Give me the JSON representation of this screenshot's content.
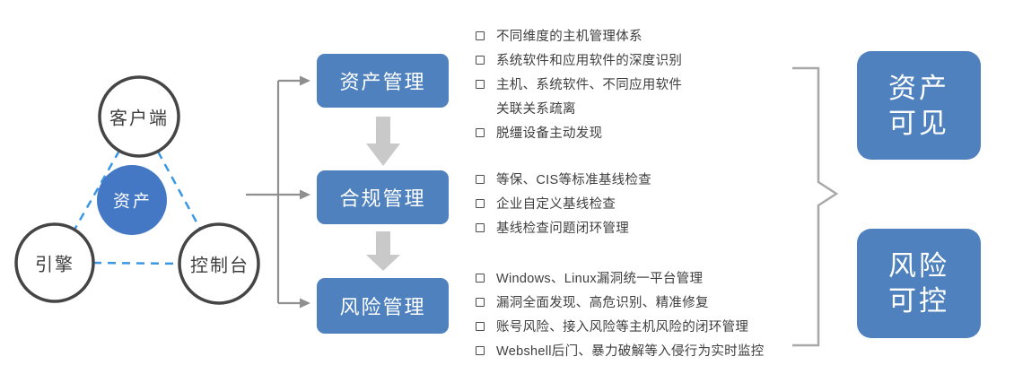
{
  "palette": {
    "box_blue": "#4e81bd",
    "circle_blue": "#4478c4",
    "dash_blue": "#3b97e3",
    "node_outline": "#454545",
    "thin_arrow": "#8f8f8f",
    "thick_arrow": "#c9c9c9",
    "brace_gray": "#a8a8a8",
    "list_text": "#3e3e3e"
  },
  "triangle": {
    "top_circle": "客户端",
    "center_circle": "资产",
    "bottom_left_circle": "引擎",
    "bottom_right_circle": "控制台"
  },
  "stages": [
    {
      "label": "资产管理",
      "items": [
        {
          "lines": [
            "不同维度的主机管理体系"
          ]
        },
        {
          "lines": [
            "系统软件和应用软件的深度识别"
          ]
        },
        {
          "lines": [
            "主机、系统软件、不同应用软件",
            "关联关系疏离"
          ]
        },
        {
          "lines": [
            "脱缰设备主动发现"
          ]
        }
      ]
    },
    {
      "label": "合规管理",
      "items": [
        {
          "lines": [
            "等保、CIS等标准基线检查"
          ]
        },
        {
          "lines": [
            "企业自定义基线检查"
          ]
        },
        {
          "lines": [
            "基线检查问题闭环管理"
          ]
        }
      ]
    },
    {
      "label": "风险管理",
      "items": [
        {
          "lines": [
            "Windows、Linux漏洞统一平台管理"
          ]
        },
        {
          "lines": [
            "漏洞全面发现、高危识别、精准修复"
          ]
        },
        {
          "lines": [
            "账号风险、接入风险等主机风险的闭环管理"
          ]
        },
        {
          "lines": [
            "Webshell后门、暴力破解等入侵行为实时监控"
          ]
        }
      ]
    }
  ],
  "outcomes": [
    {
      "line1": "资产",
      "line2": "可见"
    },
    {
      "line1": "风险",
      "line2": "可控"
    }
  ]
}
